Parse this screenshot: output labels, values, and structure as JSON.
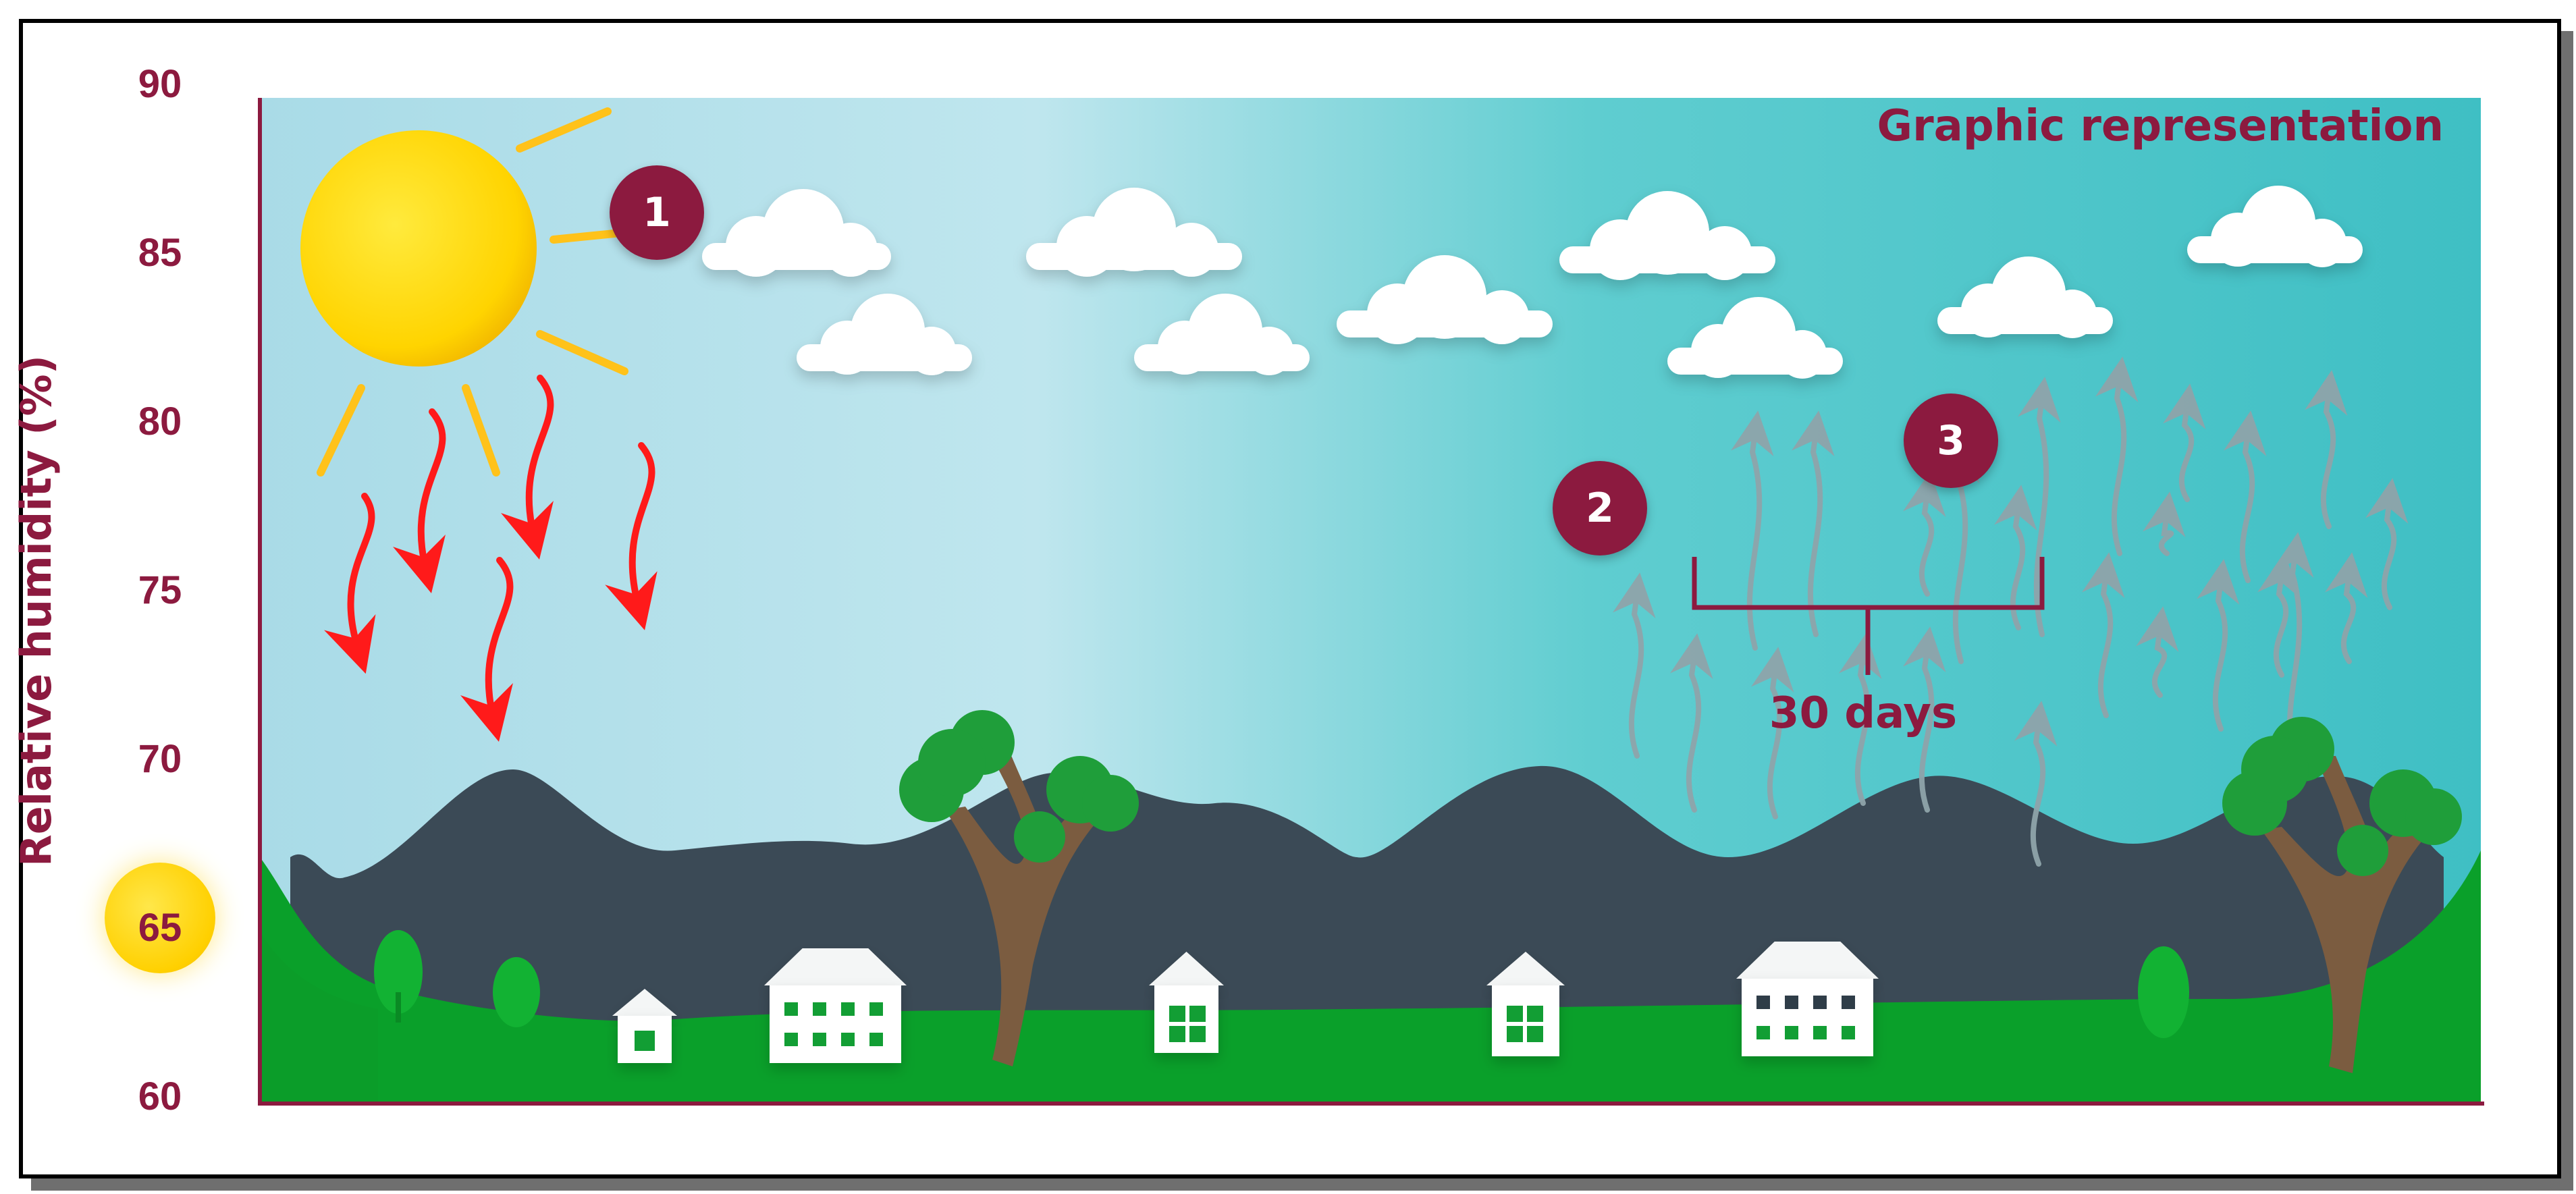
{
  "title": "Graphic representation",
  "y_axis": {
    "label": "Relative humidity (%)",
    "ticks": [
      "90",
      "85",
      "80",
      "75",
      "70",
      "65",
      "60"
    ],
    "highlighted_tick": "65"
  },
  "annotations": {
    "duration_label": "30 days",
    "markers": [
      "1",
      "2",
      "3"
    ]
  },
  "colors": {
    "accent": "#8c1a3f",
    "sky_light": "#bfe6ee",
    "sky_dark": "#3fbfc4",
    "mountains": "#3b4a56",
    "grass": "#0aa02a",
    "sun": "#ffd400",
    "sun_rays": "#ffc21a",
    "heat_arrows": "#ff1a1a",
    "vapor_arrows": "#8fa4aa"
  },
  "icons": [
    "sun-icon",
    "cloud-icon",
    "heat-arrow-icon",
    "vapor-arrow-icon",
    "house-icon",
    "tree-icon",
    "mountain-range"
  ]
}
